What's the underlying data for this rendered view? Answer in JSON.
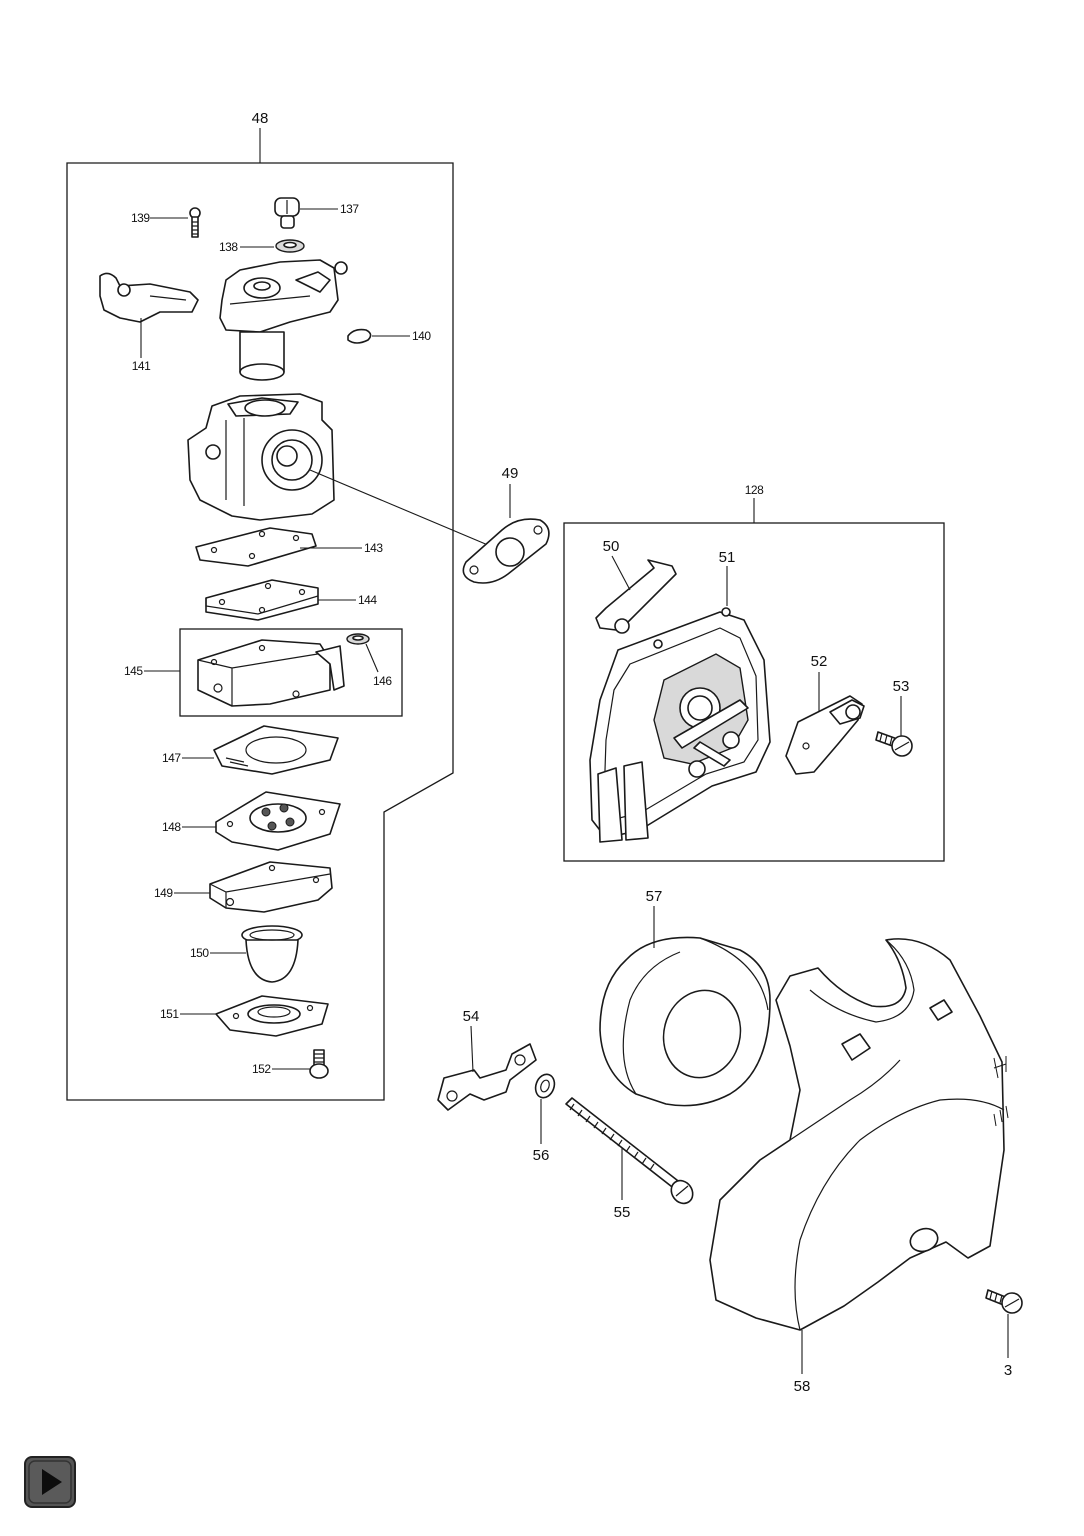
{
  "callouts": {
    "c48": "48",
    "c137": "137",
    "c138": "138",
    "c139": "139",
    "c140": "140",
    "c141": "141",
    "c143": "143",
    "c144": "144",
    "c145": "145",
    "c146": "146",
    "c147": "147",
    "c148": "148",
    "c149": "149",
    "c150": "150",
    "c151": "151",
    "c152": "152",
    "c49": "49",
    "c128": "128",
    "c50": "50",
    "c51": "51",
    "c52": "52",
    "c53": "53",
    "c54": "54",
    "c55": "55",
    "c56": "56",
    "c57": "57",
    "c58": "58",
    "c3": "3"
  },
  "icons": {
    "play": "play-icon"
  }
}
